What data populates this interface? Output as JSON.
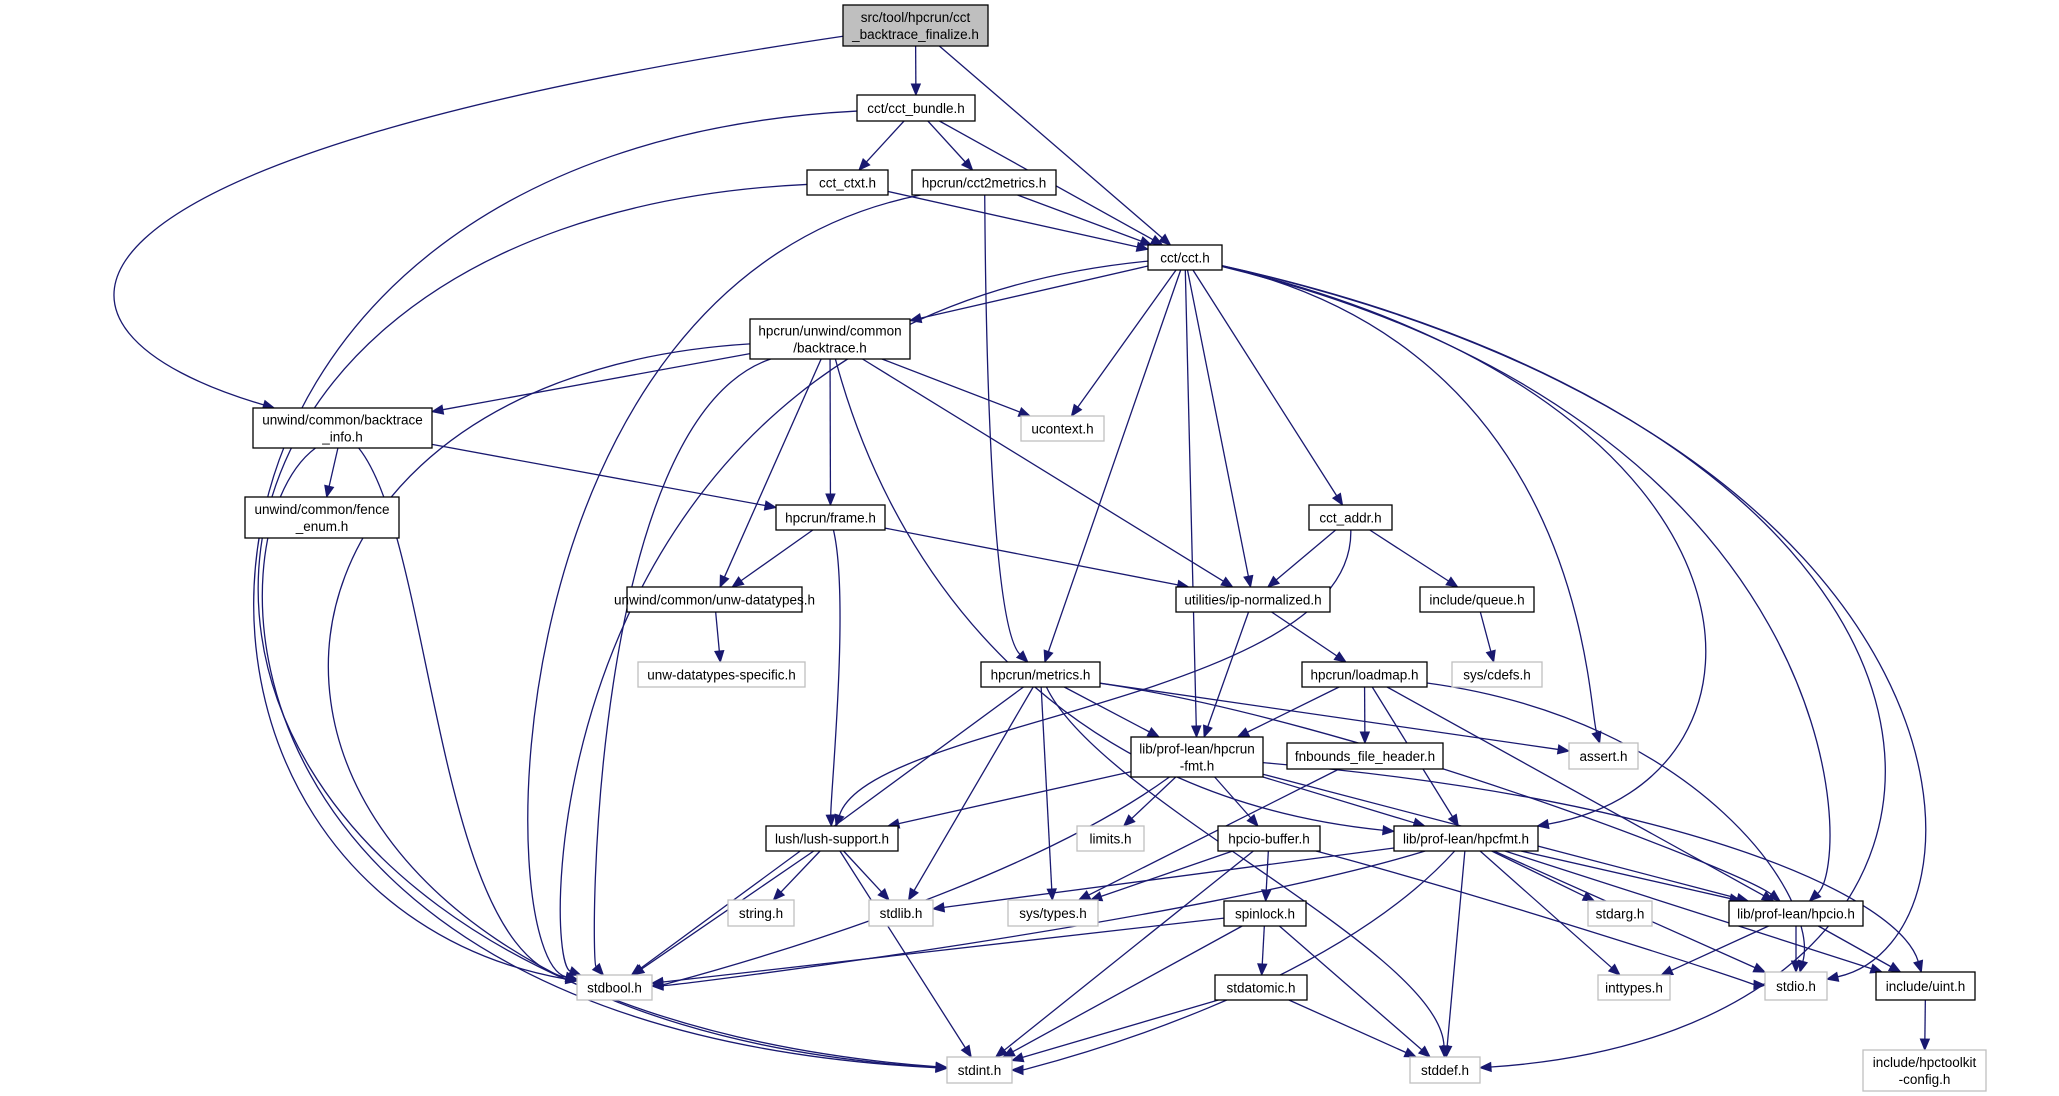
{
  "diagram": {
    "title": "src/tool/hpcrun/cct_backtrace_finalize.h include dependency graph",
    "colors": {
      "edge": "#191970",
      "root_fill": "#bfbfbf",
      "node_border": "#000000",
      "external_border": "#bfbfbf"
    },
    "nodes": [
      {
        "id": "root",
        "lines": [
          "src/tool/hpcrun/cct",
          "_backtrace_finalize.h"
        ],
        "kind": "root"
      },
      {
        "id": "cct_bundle",
        "lines": [
          "cct/cct_bundle.h"
        ],
        "kind": "internal"
      },
      {
        "id": "cct_ctxt",
        "lines": [
          "cct_ctxt.h"
        ],
        "kind": "internal"
      },
      {
        "id": "cct2metrics",
        "lines": [
          "hpcrun/cct2metrics.h"
        ],
        "kind": "internal"
      },
      {
        "id": "cct",
        "lines": [
          "cct/cct.h"
        ],
        "kind": "internal"
      },
      {
        "id": "backtrace",
        "lines": [
          "hpcrun/unwind/common",
          "/backtrace.h"
        ],
        "kind": "internal"
      },
      {
        "id": "backtrace_info",
        "lines": [
          "unwind/common/backtrace",
          "_info.h"
        ],
        "kind": "internal"
      },
      {
        "id": "fence_enum",
        "lines": [
          "unwind/common/fence",
          "_enum.h"
        ],
        "kind": "internal"
      },
      {
        "id": "ucontext",
        "lines": [
          "ucontext.h"
        ],
        "kind": "external"
      },
      {
        "id": "frame",
        "lines": [
          "hpcrun/frame.h"
        ],
        "kind": "internal"
      },
      {
        "id": "cct_addr",
        "lines": [
          "cct_addr.h"
        ],
        "kind": "internal"
      },
      {
        "id": "unw_datatypes",
        "lines": [
          "unwind/common/unw-datatypes.h"
        ],
        "kind": "internal"
      },
      {
        "id": "ip_normalized",
        "lines": [
          "utilities/ip-normalized.h"
        ],
        "kind": "internal"
      },
      {
        "id": "queue",
        "lines": [
          "include/queue.h"
        ],
        "kind": "internal"
      },
      {
        "id": "unw_specific",
        "lines": [
          "unw-datatypes-specific.h"
        ],
        "kind": "external"
      },
      {
        "id": "metrics",
        "lines": [
          "hpcrun/metrics.h"
        ],
        "kind": "internal"
      },
      {
        "id": "loadmap",
        "lines": [
          "hpcrun/loadmap.h"
        ],
        "kind": "internal"
      },
      {
        "id": "cdefs",
        "lines": [
          "sys/cdefs.h"
        ],
        "kind": "external"
      },
      {
        "id": "hpcrun_fmt",
        "lines": [
          "lib/prof-lean/hpcrun",
          "-fmt.h"
        ],
        "kind": "internal"
      },
      {
        "id": "fnbounds",
        "lines": [
          "fnbounds_file_header.h"
        ],
        "kind": "internal"
      },
      {
        "id": "assert",
        "lines": [
          "assert.h"
        ],
        "kind": "external"
      },
      {
        "id": "lush",
        "lines": [
          "lush/lush-support.h"
        ],
        "kind": "internal"
      },
      {
        "id": "limits",
        "lines": [
          "limits.h"
        ],
        "kind": "external"
      },
      {
        "id": "hpcio_buffer",
        "lines": [
          "hpcio-buffer.h"
        ],
        "kind": "internal"
      },
      {
        "id": "hpcfmt",
        "lines": [
          "lib/prof-lean/hpcfmt.h"
        ],
        "kind": "internal"
      },
      {
        "id": "string",
        "lines": [
          "string.h"
        ],
        "kind": "external"
      },
      {
        "id": "stdlib",
        "lines": [
          "stdlib.h"
        ],
        "kind": "external"
      },
      {
        "id": "systypes",
        "lines": [
          "sys/types.h"
        ],
        "kind": "external"
      },
      {
        "id": "spinlock",
        "lines": [
          "spinlock.h"
        ],
        "kind": "internal"
      },
      {
        "id": "stdarg",
        "lines": [
          "stdarg.h"
        ],
        "kind": "external"
      },
      {
        "id": "hpcio",
        "lines": [
          "lib/prof-lean/hpcio.h"
        ],
        "kind": "internal"
      },
      {
        "id": "stdbool",
        "lines": [
          "stdbool.h"
        ],
        "kind": "external"
      },
      {
        "id": "stdatomic",
        "lines": [
          "stdatomic.h"
        ],
        "kind": "internal"
      },
      {
        "id": "inttypes",
        "lines": [
          "inttypes.h"
        ],
        "kind": "external"
      },
      {
        "id": "stdio",
        "lines": [
          "stdio.h"
        ],
        "kind": "external"
      },
      {
        "id": "uint",
        "lines": [
          "include/uint.h"
        ],
        "kind": "internal"
      },
      {
        "id": "stdint",
        "lines": [
          "stdint.h"
        ],
        "kind": "external"
      },
      {
        "id": "stddef",
        "lines": [
          "stddef.h"
        ],
        "kind": "external"
      },
      {
        "id": "hpctoolkit_config",
        "lines": [
          "include/hpctoolkit",
          "-config.h"
        ],
        "kind": "external"
      }
    ],
    "edges": [
      [
        "root",
        "cct_bundle"
      ],
      [
        "root",
        "cct"
      ],
      [
        "root",
        "backtrace_info"
      ],
      [
        "cct_bundle",
        "cct_ctxt"
      ],
      [
        "cct_bundle",
        "cct2metrics"
      ],
      [
        "cct_bundle",
        "cct"
      ],
      [
        "cct_bundle",
        "stdbool"
      ],
      [
        "cct_ctxt",
        "cct"
      ],
      [
        "cct_ctxt",
        "stdint"
      ],
      [
        "cct2metrics",
        "cct"
      ],
      [
        "cct2metrics",
        "metrics"
      ],
      [
        "cct2metrics",
        "stdbool"
      ],
      [
        "cct",
        "backtrace"
      ],
      [
        "cct",
        "stdbool"
      ],
      [
        "cct",
        "ucontext"
      ],
      [
        "cct",
        "metrics"
      ],
      [
        "cct",
        "hpcrun_fmt"
      ],
      [
        "cct",
        "ip_normalized"
      ],
      [
        "cct",
        "cct_addr"
      ],
      [
        "cct",
        "assert"
      ],
      [
        "cct",
        "hpcfmt"
      ],
      [
        "cct",
        "hpcio"
      ],
      [
        "cct",
        "stdio"
      ],
      [
        "cct",
        "stddef"
      ],
      [
        "backtrace",
        "backtrace_info"
      ],
      [
        "backtrace",
        "frame"
      ],
      [
        "backtrace",
        "unw_datatypes"
      ],
      [
        "backtrace",
        "ucontext"
      ],
      [
        "backtrace",
        "ip_normalized"
      ],
      [
        "backtrace",
        "stdbool"
      ],
      [
        "backtrace",
        "stdint"
      ],
      [
        "backtrace",
        "hpcfmt"
      ],
      [
        "backtrace_info",
        "fence_enum"
      ],
      [
        "backtrace_info",
        "frame"
      ],
      [
        "backtrace_info",
        "stdbool"
      ],
      [
        "backtrace_info",
        "stdint"
      ],
      [
        "frame",
        "unw_datatypes"
      ],
      [
        "frame",
        "ip_normalized"
      ],
      [
        "frame",
        "lush"
      ],
      [
        "unw_datatypes",
        "unw_specific"
      ],
      [
        "cct_addr",
        "ip_normalized"
      ],
      [
        "cct_addr",
        "queue"
      ],
      [
        "cct_addr",
        "lush"
      ],
      [
        "ip_normalized",
        "hpcrun_fmt"
      ],
      [
        "ip_normalized",
        "loadmap"
      ],
      [
        "queue",
        "cdefs"
      ],
      [
        "metrics",
        "hpcrun_fmt"
      ],
      [
        "metrics",
        "assert"
      ],
      [
        "metrics",
        "hpcio"
      ],
      [
        "metrics",
        "stdbool"
      ],
      [
        "metrics",
        "stdlib"
      ],
      [
        "metrics",
        "systypes"
      ],
      [
        "metrics",
        "stddef"
      ],
      [
        "loadmap",
        "hpcrun_fmt"
      ],
      [
        "loadmap",
        "fnbounds"
      ],
      [
        "loadmap",
        "hpcfmt"
      ],
      [
        "loadmap",
        "hpcio"
      ],
      [
        "loadmap",
        "stdio"
      ],
      [
        "hpcrun_fmt",
        "lush"
      ],
      [
        "hpcrun_fmt",
        "limits"
      ],
      [
        "hpcrun_fmt",
        "hpcio_buffer"
      ],
      [
        "hpcrun_fmt",
        "hpcfmt"
      ],
      [
        "hpcrun_fmt",
        "hpcio"
      ],
      [
        "hpcrun_fmt",
        "stdbool"
      ],
      [
        "hpcrun_fmt",
        "uint"
      ],
      [
        "fnbounds",
        "systypes"
      ],
      [
        "lush",
        "string"
      ],
      [
        "lush",
        "stdlib"
      ],
      [
        "lush",
        "stdbool"
      ],
      [
        "lush",
        "stdint"
      ],
      [
        "hpcio_buffer",
        "spinlock"
      ],
      [
        "hpcio_buffer",
        "systypes"
      ],
      [
        "hpcio_buffer",
        "stdint"
      ],
      [
        "hpcio_buffer",
        "stdio"
      ],
      [
        "hpcfmt",
        "stdlib"
      ],
      [
        "hpcfmt",
        "stdarg"
      ],
      [
        "hpcfmt",
        "hpcio"
      ],
      [
        "hpcfmt",
        "stdbool"
      ],
      [
        "hpcfmt",
        "inttypes"
      ],
      [
        "hpcfmt",
        "stdio"
      ],
      [
        "hpcfmt",
        "stdint"
      ],
      [
        "hpcfmt",
        "stddef"
      ],
      [
        "hpcfmt",
        "uint"
      ],
      [
        "spinlock",
        "stdatomic"
      ],
      [
        "spinlock",
        "stdbool"
      ],
      [
        "spinlock",
        "stdint"
      ],
      [
        "spinlock",
        "stddef"
      ],
      [
        "stdatomic",
        "stdint"
      ],
      [
        "stdatomic",
        "stddef"
      ],
      [
        "hpcio",
        "stdio"
      ],
      [
        "hpcio",
        "inttypes"
      ],
      [
        "hpcio",
        "uint"
      ],
      [
        "uint",
        "hpctoolkit_config"
      ]
    ]
  }
}
